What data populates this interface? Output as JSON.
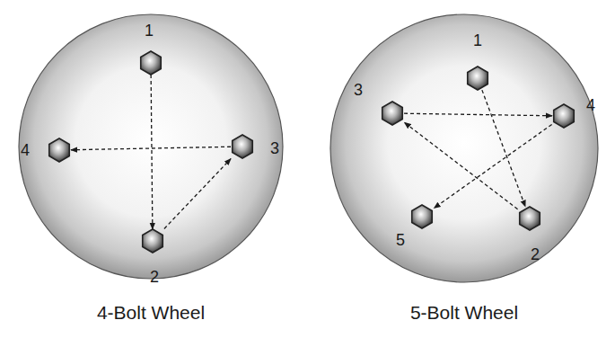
{
  "diagram": {
    "nodes": [
      {
        "text": [
          "4-Bolt Wheel"
        ]
      },
      {
        "text": [
          "1"
        ],
        "in": 0
      },
      {
        "text": [
          "2"
        ],
        "in": 0
      },
      {
        "text": [
          "3"
        ],
        "in": 0
      },
      {
        "text": [
          "4"
        ],
        "in": 0
      },
      {
        "text": [
          "5-Bolt Wheel"
        ]
      },
      {
        "text": [
          "1"
        ],
        "in": 5
      },
      {
        "text": [
          "2"
        ],
        "in": 5
      },
      {
        "text": [
          "3"
        ],
        "in": 5
      },
      {
        "text": [
          "4"
        ],
        "in": 5
      },
      {
        "text": [
          "5"
        ],
        "in": 5
      }
    ],
    "edges": [
      {
        "from": 1,
        "to": 2,
        "arrow": "to"
      },
      {
        "from": 2,
        "to": 3,
        "arrow": "to"
      },
      {
        "from": 3,
        "to": 4,
        "arrow": "to"
      },
      {
        "from": 6,
        "to": 7,
        "arrow": "to"
      },
      {
        "from": 7,
        "to": 8,
        "arrow": "to"
      },
      {
        "from": 8,
        "to": 9,
        "arrow": "to"
      },
      {
        "from": 9,
        "to": 10,
        "arrow": "to"
      }
    ]
  }
}
